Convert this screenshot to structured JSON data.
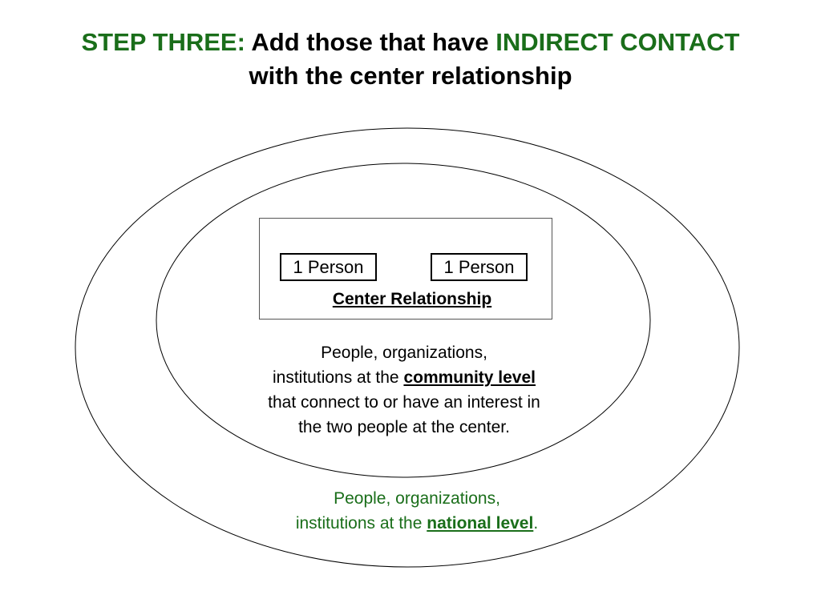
{
  "title": {
    "step_label": "STEP THREE:",
    "line1_middle": " Add those that have ",
    "highlight": "INDIRECT CONTACT",
    "line2": "with the center relationship"
  },
  "center": {
    "person_left": "1 Person",
    "person_right": "1 Person",
    "label": "Center Relationship"
  },
  "community": {
    "line1": "People, organizations,",
    "line2_prefix": "institutions at the ",
    "level": "community level",
    "line3": "that connect to or have an interest in",
    "line4": "the two people at the center."
  },
  "national": {
    "line1": "People, organizations,",
    "line2_prefix": "institutions at the ",
    "level": "national level",
    "line2_suffix": "."
  },
  "colors": {
    "accent_green": "#1a6e1a",
    "text": "#000000",
    "ellipse_stroke": "#000000"
  }
}
